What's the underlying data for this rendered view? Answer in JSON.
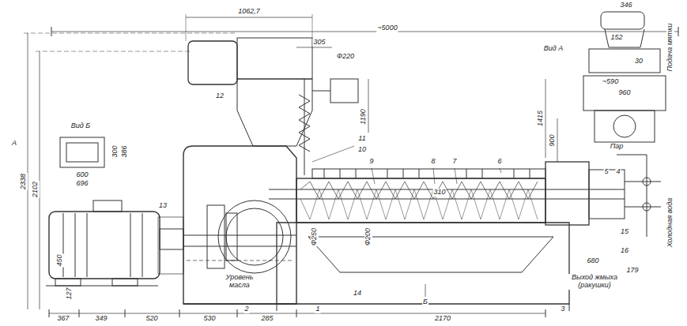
{
  "diagram": {
    "labels": [
      "~5000",
      "1062,7",
      "305",
      "Ф220",
      "Вид А",
      "346",
      "152",
      "Подача мятки",
      "30",
      "~590",
      "960",
      "1415",
      "900",
      "Пар",
      "Холодная вода",
      "Вид Б",
      "300",
      "386",
      "600",
      "696",
      "A",
      "2338",
      "2102",
      "1190",
      "12",
      "11",
      "10",
      "9",
      "8",
      "7",
      "6",
      "5",
      "4",
      "310",
      "13",
      "Ф250",
      "Ф200",
      "15",
      "16",
      "680",
      "179",
      "Уровень масла",
      "Выход жмыха (ракушки)",
      "450",
      "127",
      "2",
      "1",
      "14",
      "Б",
      "3",
      "367",
      "349",
      "520",
      "530",
      "285",
      "2170"
    ]
  }
}
